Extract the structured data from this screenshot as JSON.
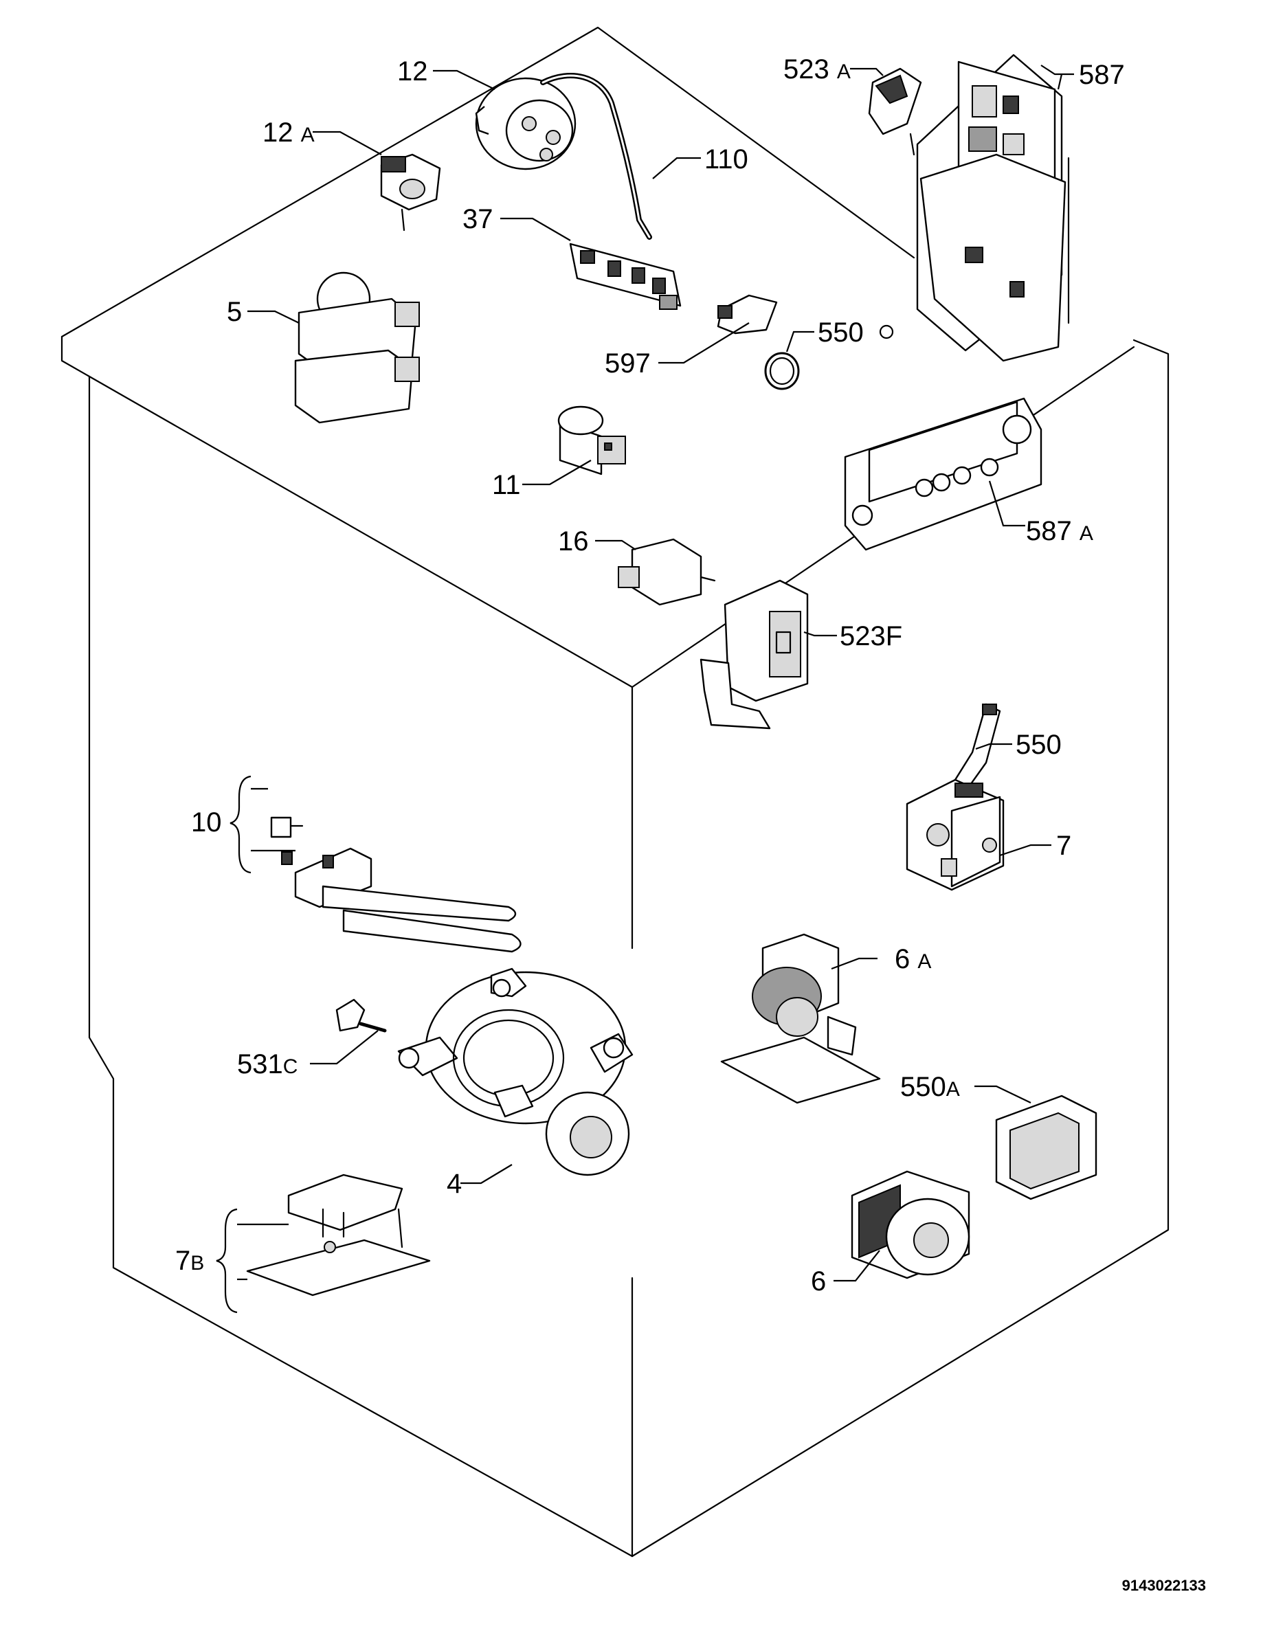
{
  "labels": {
    "l12": "12",
    "l12a": "12",
    "l12a_suffix": "A",
    "l110": "110",
    "l37": "37",
    "l5": "5",
    "l597": "597",
    "l550o": "550",
    "l11": "11",
    "l16": "16",
    "l523a": "523",
    "l523a_suffix": "A",
    "l587": "587",
    "l587a": "587",
    "l587a_suffix": "A",
    "l523f": "523F",
    "l550": "550",
    "l10": "10",
    "l7": "7",
    "l6a": "6",
    "l6a_suffix": "A",
    "l531c": "531",
    "l531c_suffix": "C",
    "l550a": "550",
    "l550a_suffix": "A",
    "l4": "4",
    "l7b": "7",
    "l7b_suffix": "B",
    "l6": "6"
  },
  "drawing_code": "9143022133"
}
